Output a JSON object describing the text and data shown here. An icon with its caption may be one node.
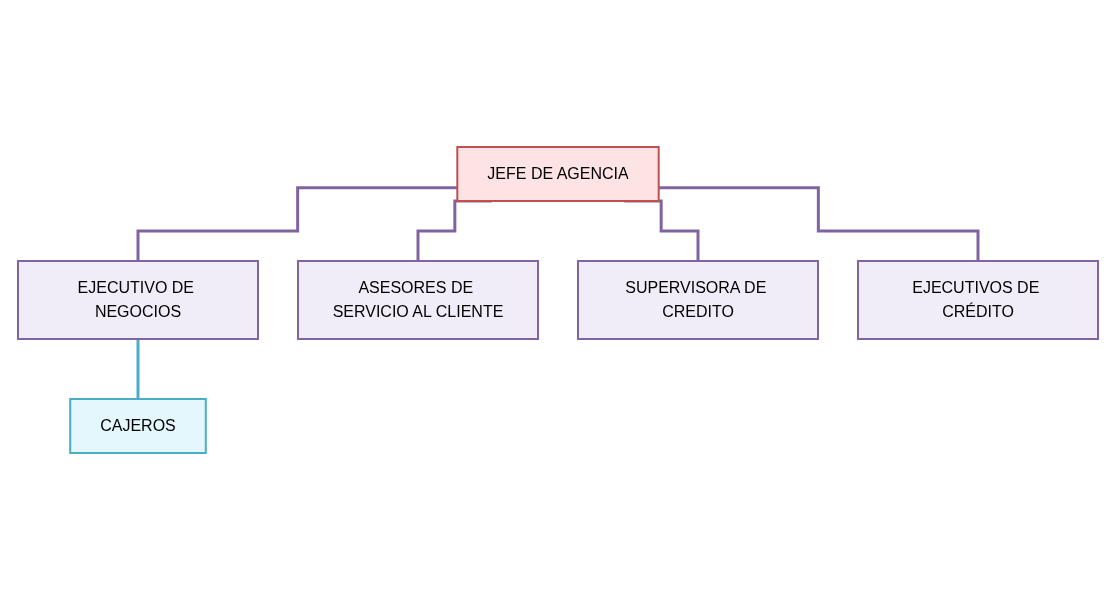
{
  "diagram": {
    "nodes": [
      {
        "text": [
          "JEFE DE AGENCIA"
        ]
      },
      {
        "text": [
          "EJECUTIVO DE NEGOCIOS"
        ]
      },
      {
        "text": [
          "ASESORES DE SERVICIO AL CLIENTE"
        ]
      },
      {
        "text": [
          "SUPERVISORA DE CREDITO"
        ]
      },
      {
        "text": [
          "EJECUTIVOS DE CRÉDITO"
        ]
      },
      {
        "text": [
          "CAJEROS"
        ]
      }
    ],
    "edges": [
      {
        "from": 0,
        "to": 1,
        "arrow": "none"
      },
      {
        "from": 0,
        "to": 2,
        "arrow": "none"
      },
      {
        "from": 0,
        "to": 3,
        "arrow": "none"
      },
      {
        "from": 0,
        "to": 4,
        "arrow": "none"
      },
      {
        "from": 1,
        "to": 5,
        "arrow": "none",
        "color": "#4bacc6"
      }
    ]
  }
}
